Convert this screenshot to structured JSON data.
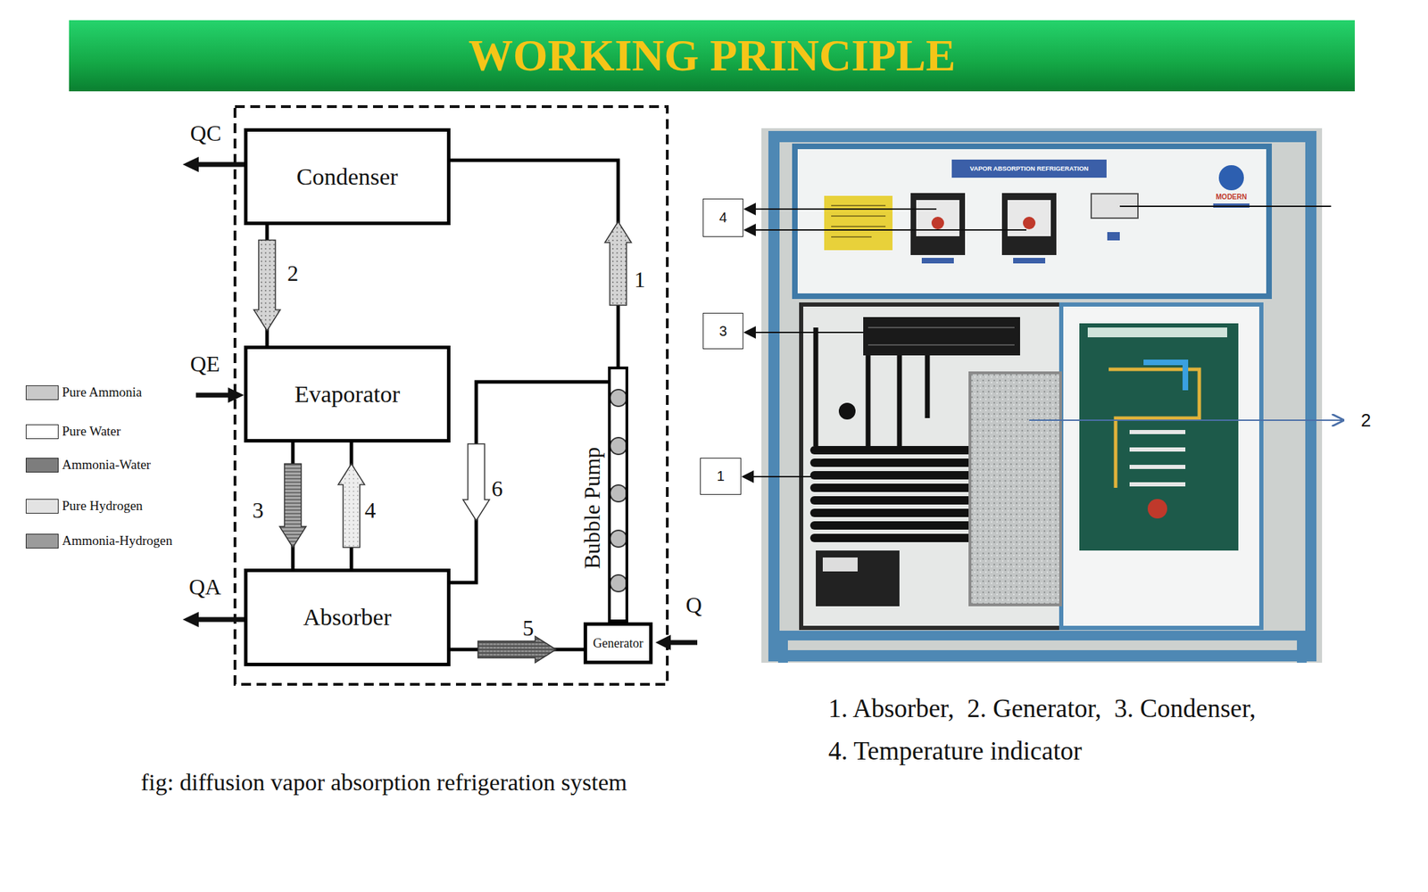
{
  "diagram": {
    "title": "WORKING PRINCIPLE",
    "caption": "fig: diffusion vapor absorption refrigeration system",
    "nodes": [
      {
        "text": [
          "Condenser"
        ]
      },
      {
        "text": [
          "Evaporator"
        ]
      },
      {
        "text": [
          "Bubble Pump"
        ]
      },
      {
        "text": [
          "Absorber"
        ]
      },
      {
        "text": [
          "Generator"
        ]
      },
      {
        "text": [
          "4"
        ]
      },
      {
        "text": [
          "3"
        ]
      },
      {
        "text": [
          "1"
        ]
      }
    ],
    "edges": [
      {
        "from": 2,
        "to": 0,
        "arrow": "to",
        "label": "1"
      },
      {
        "from": 0,
        "to": 1,
        "arrow": "to",
        "label": "2"
      },
      {
        "from": 1,
        "to": 3,
        "arrow": "to",
        "label": "3"
      },
      {
        "from": 3,
        "to": 1,
        "arrow": "to",
        "label": "4"
      },
      {
        "from": 3,
        "to": 4,
        "arrow": "to",
        "label": "5"
      },
      {
        "from": 2,
        "to": 3,
        "arrow": "to",
        "label": "6"
      }
    ],
    "labels": [
      "QC",
      "QE",
      "QA",
      "Q",
      "2",
      "VAPOR ABSORPTION REFRIGERATION",
      "MODERN",
      "1. Absorber,  2. Generator,  3. Condenser,",
      "4. Temperature indicator"
    ],
    "legend": [
      {
        "text": "Pure Ammonia",
        "color": "#c9c9c9"
      },
      {
        "text": "Pure Water",
        "color": "#ffffff"
      },
      {
        "text": "Ammonia-Water",
        "color": "#7d7d7d"
      },
      {
        "text": "Pure Hydrogen",
        "color": "#e3e3e3"
      },
      {
        "text": "Ammonia-Hydrogen",
        "color": "#9b9b9b"
      }
    ]
  }
}
